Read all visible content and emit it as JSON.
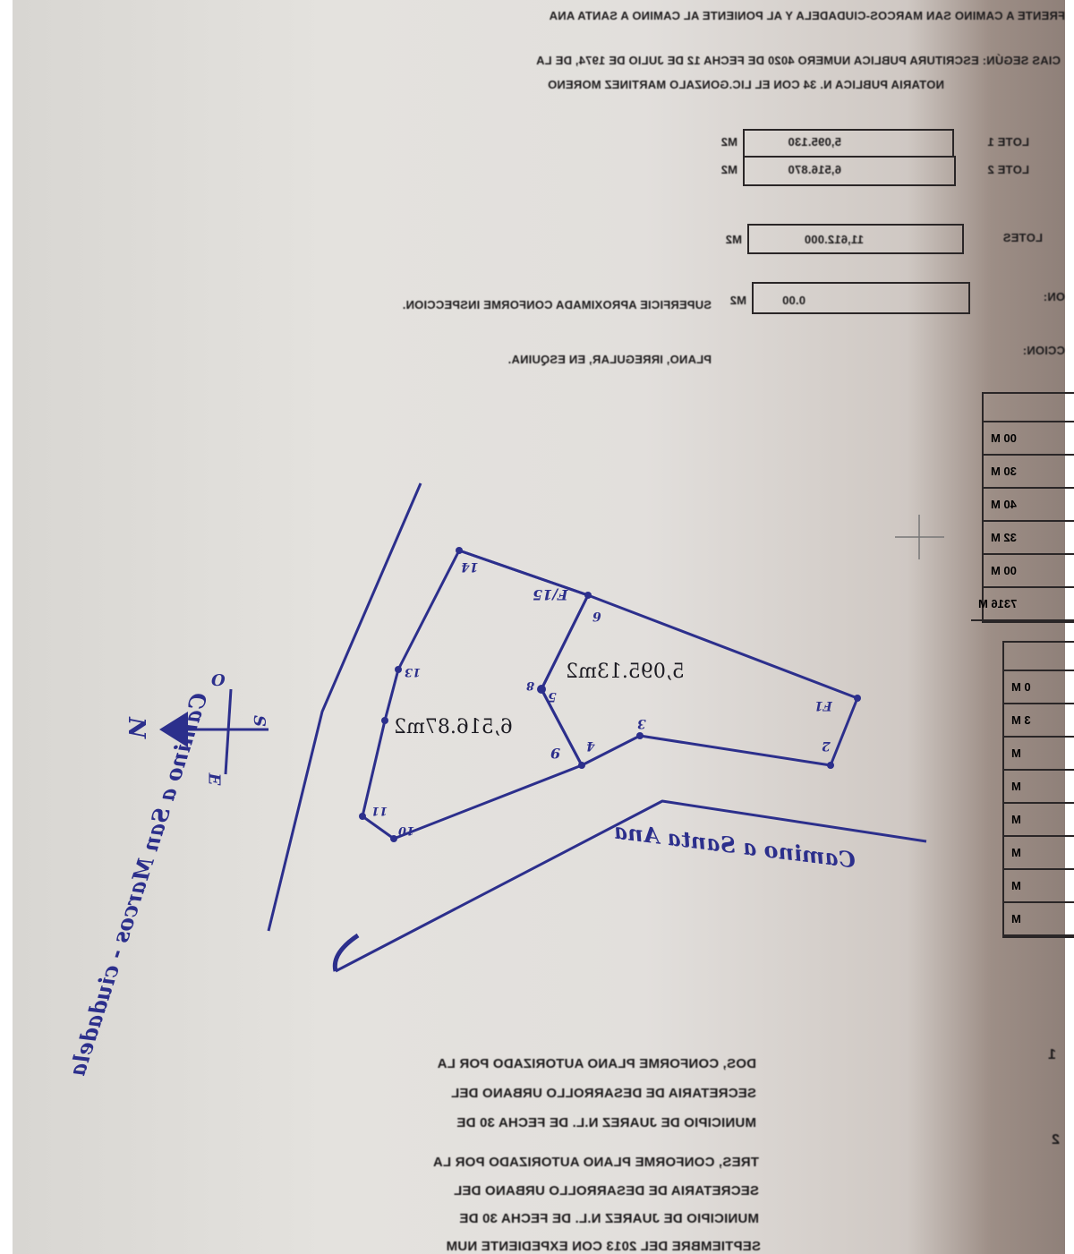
{
  "header_lines": [
    "FRENTE A CAMINO SAN MARCOS-CIUDADELA Y AL PONIENTE AL CAMINO A SANTA ANA",
    "CIAS SEGÚN: ESCRITURA PUBLICA NUMERO 4020 DE FECHA 12 DE JULIO DE 1974, DE LA",
    "NOTARIA PUBLICA N. 34 CON EL LIC.GONZALO MARTINEZ MORENO"
  ],
  "lots": [
    {
      "label": "LOTE 1",
      "value": "5,095.130",
      "unit": "M2"
    },
    {
      "label": "LOTE 2",
      "value": "6,516.870",
      "unit": "M2"
    }
  ],
  "total": {
    "label": "LOTES",
    "value": "11,612.000",
    "unit": "M2"
  },
  "construction": {
    "label": "ON:",
    "value": "0.00",
    "unit": "M2",
    "note": "SUPERFICIE APROXIMADA CONFORME INSPECCION."
  },
  "description": {
    "label": "CCION:",
    "value": "PLANO, IRREGULAR, EN ESQUINA."
  },
  "table1": [
    "",
    "00 M",
    "30 M",
    "40 M",
    "32 M",
    "00 M",
    "7316 M"
  ],
  "table2": [
    "",
    "0 M",
    "3 M",
    "M",
    "M",
    "M",
    "M",
    "M",
    "M"
  ],
  "plan": {
    "area_lot1": "5,095.13m2",
    "area_lot2": "6,516.87m2",
    "road_north": "Camino a San Marcos - ciudadela",
    "road_south": "Camino a Santa Ana",
    "compass": {
      "n": "N",
      "o": "O",
      "s": "S",
      "e": "E"
    },
    "points": [
      "14",
      "F/15",
      "6",
      "F1",
      "2",
      "3",
      "4",
      "5",
      "8",
      "9",
      "13",
      "11",
      "10"
    ],
    "ink_color": "#2c2f8c"
  },
  "notes": [
    {
      "num": "1",
      "lines": [
        "DOS, CONFORME PLANO AUTORIZADO POR LA",
        "SECRETARIA DE DESARROLLO URBANO DEL",
        "MUNICIPIO DE JUAREZ N.L. DE FECHA 30 DE"
      ]
    },
    {
      "num": "2",
      "lines": [
        "TRES, CONFORME PLANO AUTORIZADO POR LA",
        "SECRETARIA DE DESARROLLO URBANO DEL",
        "MUNICIPIO DE JUAREZ N.L. DE FECHA 30 DE",
        "SEPTIEMBRE DEL 2013 CON EXPEDIENTE NUM"
      ]
    }
  ]
}
